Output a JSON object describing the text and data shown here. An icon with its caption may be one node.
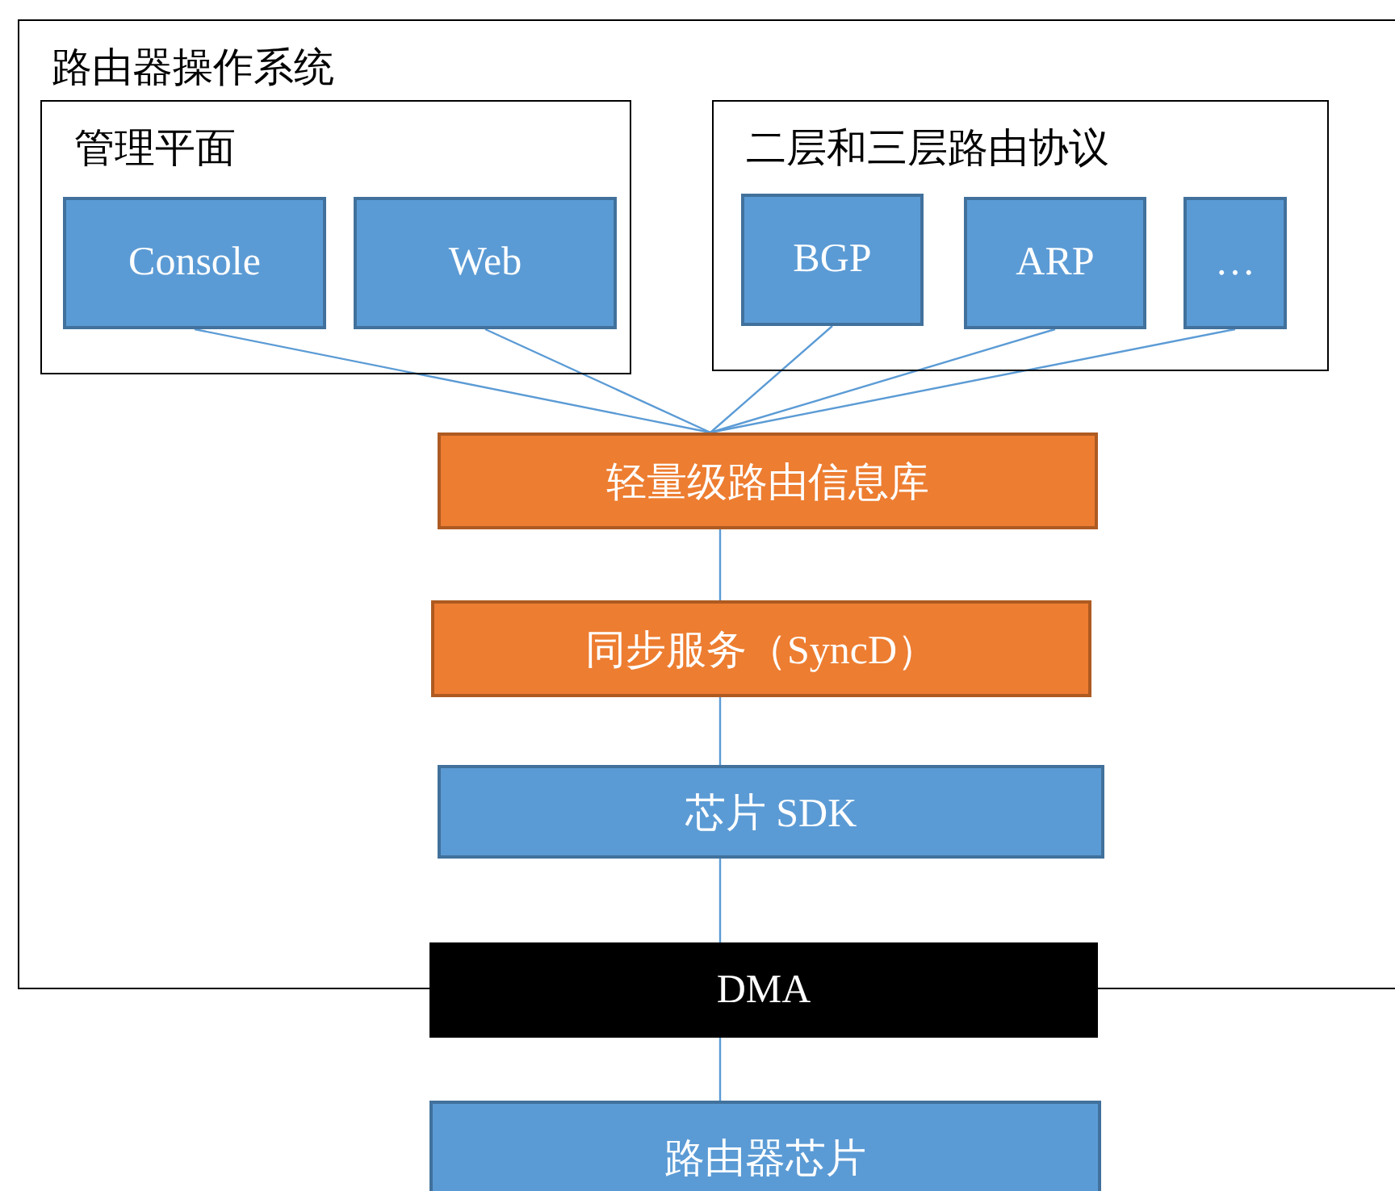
{
  "diagram": {
    "nodes": [
      {
        "text": [
          "路由器操作系统"
        ]
      },
      {
        "text": [
          "管理平面"
        ],
        "in": 0
      },
      {
        "text": [
          "Console"
        ],
        "in": 1
      },
      {
        "text": [
          "Web"
        ],
        "in": 1
      },
      {
        "text": [
          "二层和三层路由协议"
        ],
        "in": 0
      },
      {
        "text": [
          "BGP"
        ],
        "in": 4
      },
      {
        "text": [
          "ARP"
        ],
        "in": 4
      },
      {
        "text": [
          "…"
        ],
        "in": 4
      },
      {
        "text": [
          "轻量级路由信息库"
        ],
        "in": 0
      },
      {
        "text": [
          "同步服务（SyncD）"
        ],
        "in": 0
      },
      {
        "text": [
          "芯片 SDK"
        ],
        "in": 0
      },
      {
        "text": [
          "DMA"
        ]
      },
      {
        "text": [
          "路由器芯片"
        ]
      }
    ],
    "edges": [
      {
        "from": 2,
        "to": 8,
        "arrow": "none"
      },
      {
        "from": 3,
        "to": 8,
        "arrow": "none"
      },
      {
        "from": 5,
        "to": 8,
        "arrow": "none"
      },
      {
        "from": 6,
        "to": 8,
        "arrow": "none"
      },
      {
        "from": 7,
        "to": 8,
        "arrow": "none"
      },
      {
        "from": 8,
        "to": 9,
        "arrow": "none"
      },
      {
        "from": 9,
        "to": 10,
        "arrow": "none"
      },
      {
        "from": 10,
        "to": 11,
        "arrow": "none"
      },
      {
        "from": 11,
        "to": 12,
        "arrow": "none"
      }
    ]
  }
}
